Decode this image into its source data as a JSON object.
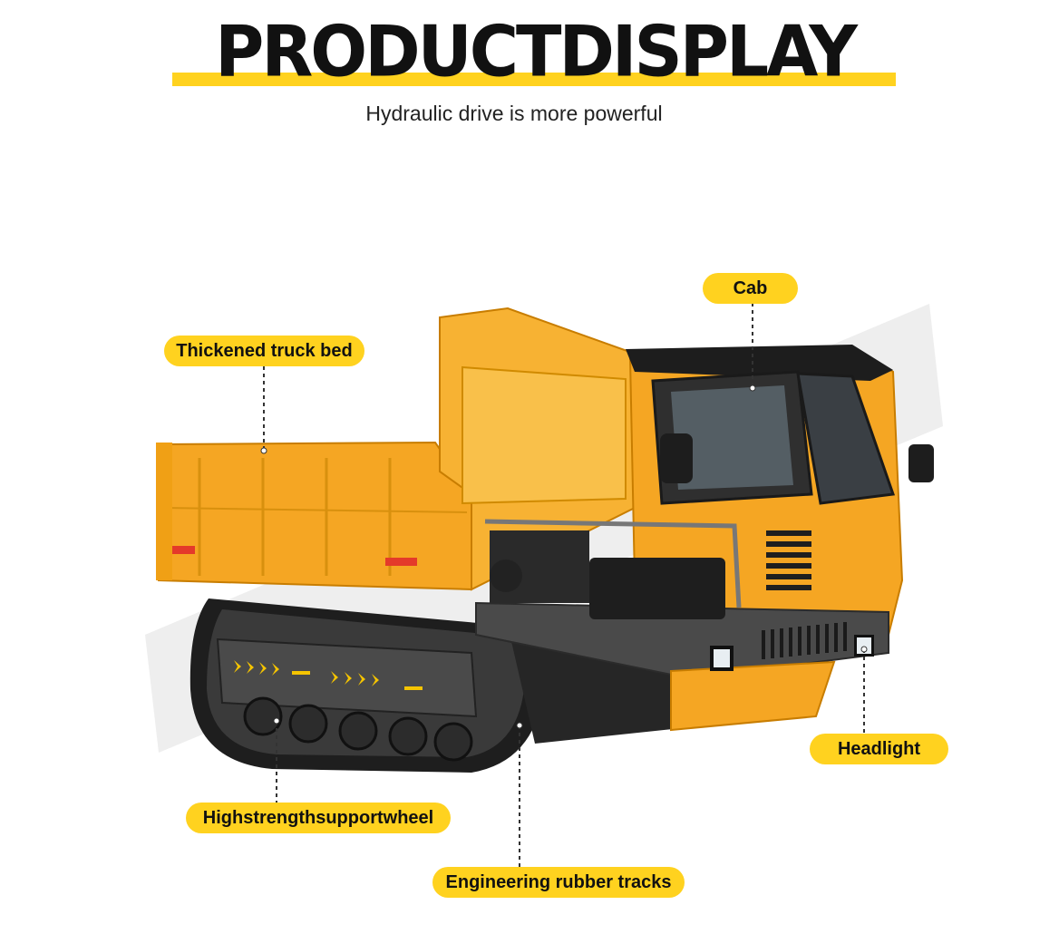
{
  "header": {
    "title": "PRODUCTDISPLAY",
    "subtitle": "Hydraulic drive is more powerful"
  },
  "callouts": {
    "cab": "Cab",
    "truck_bed": "Thickened truck bed",
    "headlight": "Headlight",
    "support_wheel": "Highstrengthsupportwheel",
    "rubber_tracks": "Engineering rubber tracks"
  },
  "colors": {
    "accent": "#ffd21f",
    "vehicle_body": "#f5a623",
    "vehicle_dark": "#2b2b2b"
  }
}
